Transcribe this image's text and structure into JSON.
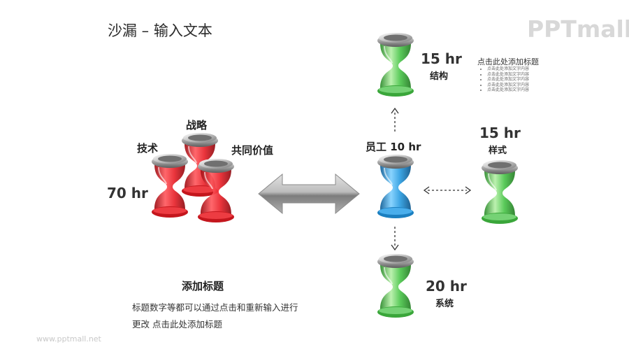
{
  "title": "沙漏 – 输入文本",
  "logo": "PPTmall",
  "footer": "www.pptmall.net",
  "colors": {
    "red": "#e8232b",
    "blue": "#2a9ce0",
    "green": "#4cc64c",
    "metal": "#9a9a9a"
  },
  "left_group": {
    "hours": "70 hr",
    "labels": {
      "tech": "技术",
      "strategy": "战略",
      "shared_values": "共同价值"
    }
  },
  "center": {
    "label": "员工 10 hr"
  },
  "top": {
    "hours": "15 hr",
    "label": "结构"
  },
  "right": {
    "hours": "15 hr",
    "label": "样式"
  },
  "bottom": {
    "hours": "20 hr",
    "label": "系统"
  },
  "note": {
    "title": "点击此处添加标题",
    "items": [
      "点击此处添加文字内容",
      "点击此处添加文字内容",
      "点击此处添加文字内容",
      "点击此处添加文字内容",
      "点击此处添加文字内容"
    ]
  },
  "bottom_text": {
    "title": "添加标题",
    "body": "标题数字等都可以通过点击和重新输入进行更改 点击此处添加标题"
  },
  "icons": [
    "hourglass-icon",
    "double-arrow-icon"
  ]
}
